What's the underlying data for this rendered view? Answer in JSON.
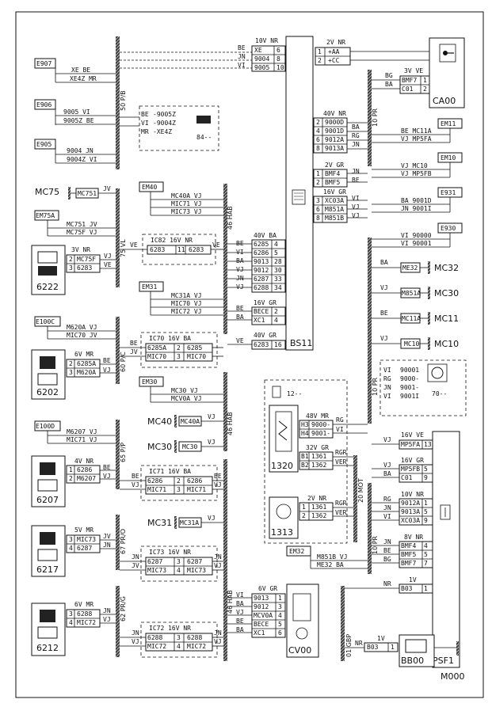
{
  "connectors": {
    "e907": "E907",
    "e906": "E906",
    "e905": "E905",
    "em75a": "EM75A",
    "e100c": "E100C",
    "e100d": "E100D",
    "em40": "EM40",
    "em31": "EM31",
    "em30": "EM30",
    "em11": "EM11",
    "em10": "EM10",
    "e931": "E931",
    "e930": "E930",
    "em32": "EM32"
  },
  "components": {
    "bs11": "BS11",
    "ca00": "CA00",
    "psf1": "PSF1",
    "bb00": "BB00",
    "cv00": "CV00",
    "m000": "M000",
    "c6222": "6222",
    "c6202": "6202",
    "c6207": "6207",
    "c6217": "6217",
    "c6212": "6212",
    "c1320": "1320",
    "c1313": "1313",
    "c70": "70--",
    "c12": "12--",
    "c84": "84--"
  },
  "buses": {
    "pb50": "50 P/B",
    "vl75": "75 VL",
    "pc60": "60 P/C",
    "pp65": "65 P/P",
    "pro67": "67 PR/O",
    "prg62": "62 PR/G",
    "hab46a": "46 HAB",
    "hab46b": "46 HAB",
    "hab46c": "46 HAB",
    "pr10a": "10 PR",
    "pr10b": "10 PR",
    "pr10c": "10 PR",
    "mot20": "20 MOT",
    "gbp01": "01 GBP"
  },
  "ground_labels": {
    "mc75": "MC75",
    "mc40": "MC40",
    "mc30": "MC30",
    "mc31": "MC31",
    "mc32": "MC32",
    "mc30r": "MC30",
    "mc11": "MC11",
    "mc10": "MC10"
  },
  "connector_headers": {
    "nr10v": "10V NR",
    "nr2v": "2V NR",
    "ve3v": "3V VE",
    "nr40v": "40V NR",
    "gr2v": "2V GR",
    "gr16v": "16V GR",
    "nr3v": "3V NR",
    "ba40v": "40V BA",
    "gr16vb": "16V GR",
    "gr40v": "40V GR",
    "mr6v": "6V MR",
    "nr4v": "4V NR",
    "mr5v": "5V MR",
    "mr6vb": "6V MR",
    "mr48v": "48V MR",
    "gr32v": "32V GR",
    "nr2vb": "2V NR",
    "ve16v": "16V VE",
    "gr16vc": "16V GR",
    "nr10vb": "10V NR",
    "nr8v": "8V NR",
    "v1": "1V",
    "v1b": "1V",
    "gr6v": "6V GR",
    "ic82": "IC82   16V NR",
    "ic70": "IC70   16V BA",
    "ic71": "IC71   16V BA",
    "ic73": "IC73   16V NR",
    "ic72": "IC72   16V NR"
  },
  "wires": {
    "xe_be": "XE  BE",
    "xe4z_mr": "XE4Z MR",
    "v9005_vi": "9005 VI",
    "v9005z_be": "9005Z BE",
    "v9004_jn": "9004 JN",
    "v9004z_vi": "9004Z VI",
    "mc751_jv": "MC751 JV",
    "mc75f_vj": "MC75F VJ",
    "m620a_vj": "M620A VJ",
    "mic70_jv": "MIC70 JV",
    "m6207_vj": "M6207 VJ",
    "mic71_vj": "MIC71 VJ",
    "mc40a_vj": "MC40A VJ",
    "mic71_vj2": "MIC71 VJ",
    "mic73_vj": "MIC73 VJ",
    "mc31a_vj": "MC31A VJ",
    "mic70_vj": "MIC70 VJ",
    "mic72_vj": "MIC72 VJ",
    "mc30_vj": "MC30 VJ",
    "mcv0a_vj": "MCV0A VJ",
    "be_mc11a": "BE  MC11A",
    "vj_mp5fa": "VJ  MP5FA",
    "vj_mc10": "VJ  MC10",
    "vj_mp5fb": "VJ  MP5FB",
    "ba_9001d": "BA  9001D",
    "jn_9001i": "JN  9001I",
    "vi_90000": "VI  90000",
    "vi_90001": "VI  90001",
    "m851b_vj": "M851B VJ",
    "me32_ba": "ME32 BA",
    "i90001": "90001",
    "i9000": "9000-",
    "i9001": "9001-",
    "i9001i": "9001I",
    "z9005z": "-9005Z",
    "z9004z": "-9004Z",
    "zxe4z": "-XE4Z"
  },
  "pins": {
    "ca00": [
      [
        "1",
        "+AA"
      ],
      [
        "2",
        "+CC"
      ]
    ],
    "ca00b": [
      [
        "BMF7",
        "1"
      ],
      [
        "C01",
        "2"
      ]
    ],
    "top10": [
      [
        "XE",
        "6"
      ],
      [
        "9004",
        "8"
      ],
      [
        "9005",
        "10"
      ]
    ],
    "bs40": [
      [
        "2",
        "9000D"
      ],
      [
        "4",
        "9001D"
      ],
      [
        "6",
        "9012A"
      ],
      [
        "8",
        "9013A"
      ]
    ],
    "bs2": [
      [
        "1",
        "BMF4"
      ],
      [
        "2",
        "BMF5"
      ]
    ],
    "bs16": [
      [
        "3",
        "XC03A"
      ],
      [
        "6",
        "M851A"
      ],
      [
        "8",
        "M851B"
      ]
    ],
    "ba40": [
      [
        "6285",
        "4"
      ],
      [
        "6286",
        "5"
      ],
      [
        "9013",
        "28"
      ],
      [
        "9012",
        "30"
      ],
      [
        "6287",
        "33"
      ],
      [
        "6288",
        "34"
      ]
    ],
    "gr16": [
      [
        "BECE",
        "2"
      ],
      [
        "XC1",
        "4"
      ]
    ],
    "gr40": [
      [
        "6283",
        "16"
      ]
    ],
    "ic82": [
      "6283",
      "11",
      "6283"
    ],
    "ic70": [
      [
        "6285A",
        "2",
        "6285"
      ],
      [
        "MIC70",
        "3",
        "MIC70"
      ]
    ],
    "ic71": [
      [
        "6286",
        "2",
        "6286"
      ],
      [
        "MIC71",
        "3",
        "MIC71"
      ]
    ],
    "ic73": [
      [
        "6287",
        "3",
        "6287"
      ],
      [
        "MIC73",
        "4",
        "MIC73"
      ]
    ],
    "ic72": [
      [
        "6288",
        "3",
        "6288"
      ],
      [
        "MIC72",
        "4",
        "MIC72"
      ]
    ],
    "c6222": [
      [
        "2",
        "MC75F"
      ],
      [
        "3",
        "6283"
      ]
    ],
    "c6202": [
      [
        "2",
        "6285A"
      ],
      [
        "3",
        "M620A"
      ]
    ],
    "c6207": [
      [
        "1",
        "6286"
      ],
      [
        "2",
        "M6207"
      ]
    ],
    "c6217": [
      [
        "3",
        "MIC73"
      ],
      [
        "4",
        "6287"
      ]
    ],
    "c6212": [
      [
        "3",
        "6288"
      ],
      [
        "4",
        "MIC72"
      ]
    ],
    "c48": [
      [
        "H3",
        "9000-"
      ],
      [
        "H4",
        "9001-"
      ]
    ],
    "c32": [
      [
        "B1",
        "1361"
      ],
      [
        "B2",
        "1362"
      ]
    ],
    "c2v": [
      [
        "1",
        "1361"
      ],
      [
        "2",
        "1362"
      ]
    ],
    "psf16ve": [
      [
        "MP5FA",
        "13"
      ]
    ],
    "psf16gr": [
      [
        "MP5FB",
        "5"
      ],
      [
        "C01",
        "9"
      ]
    ],
    "psf10": [
      [
        "9012A",
        "1"
      ],
      [
        "9013A",
        "5"
      ],
      [
        "XC03A",
        "9"
      ]
    ],
    "psf8": [
      [
        "BMF4",
        "4"
      ],
      [
        "BMF5",
        "5"
      ],
      [
        "BMF7",
        "7"
      ]
    ],
    "psf1v": [
      [
        "B03",
        "1"
      ]
    ],
    "bb1v": [
      [
        "B03",
        "1"
      ]
    ],
    "cv6": [
      [
        "9013",
        "1"
      ],
      [
        "9012",
        "3"
      ],
      [
        "MCV0A",
        "4"
      ],
      [
        "BECE",
        "5"
      ],
      [
        "XC1",
        "6"
      ]
    ],
    "mc751": "MC751",
    "mc40a": "MC40A",
    "mc30": "MC30",
    "mc31a": "MC31A",
    "me32": "ME32",
    "m851a": "M851A",
    "mc11a": "MC11A",
    "mc10": "MC10"
  },
  "colors": {
    "be": "BE",
    "jn": "JN",
    "vi": "VI",
    "vj": "VJ",
    "ba": "BA",
    "rg": "RG",
    "bg": "BG",
    "nr": "NR",
    "ve": "VE",
    "jv": "JV",
    "mr": "MR",
    "rgr": "RGR",
    "ver": "VER"
  }
}
